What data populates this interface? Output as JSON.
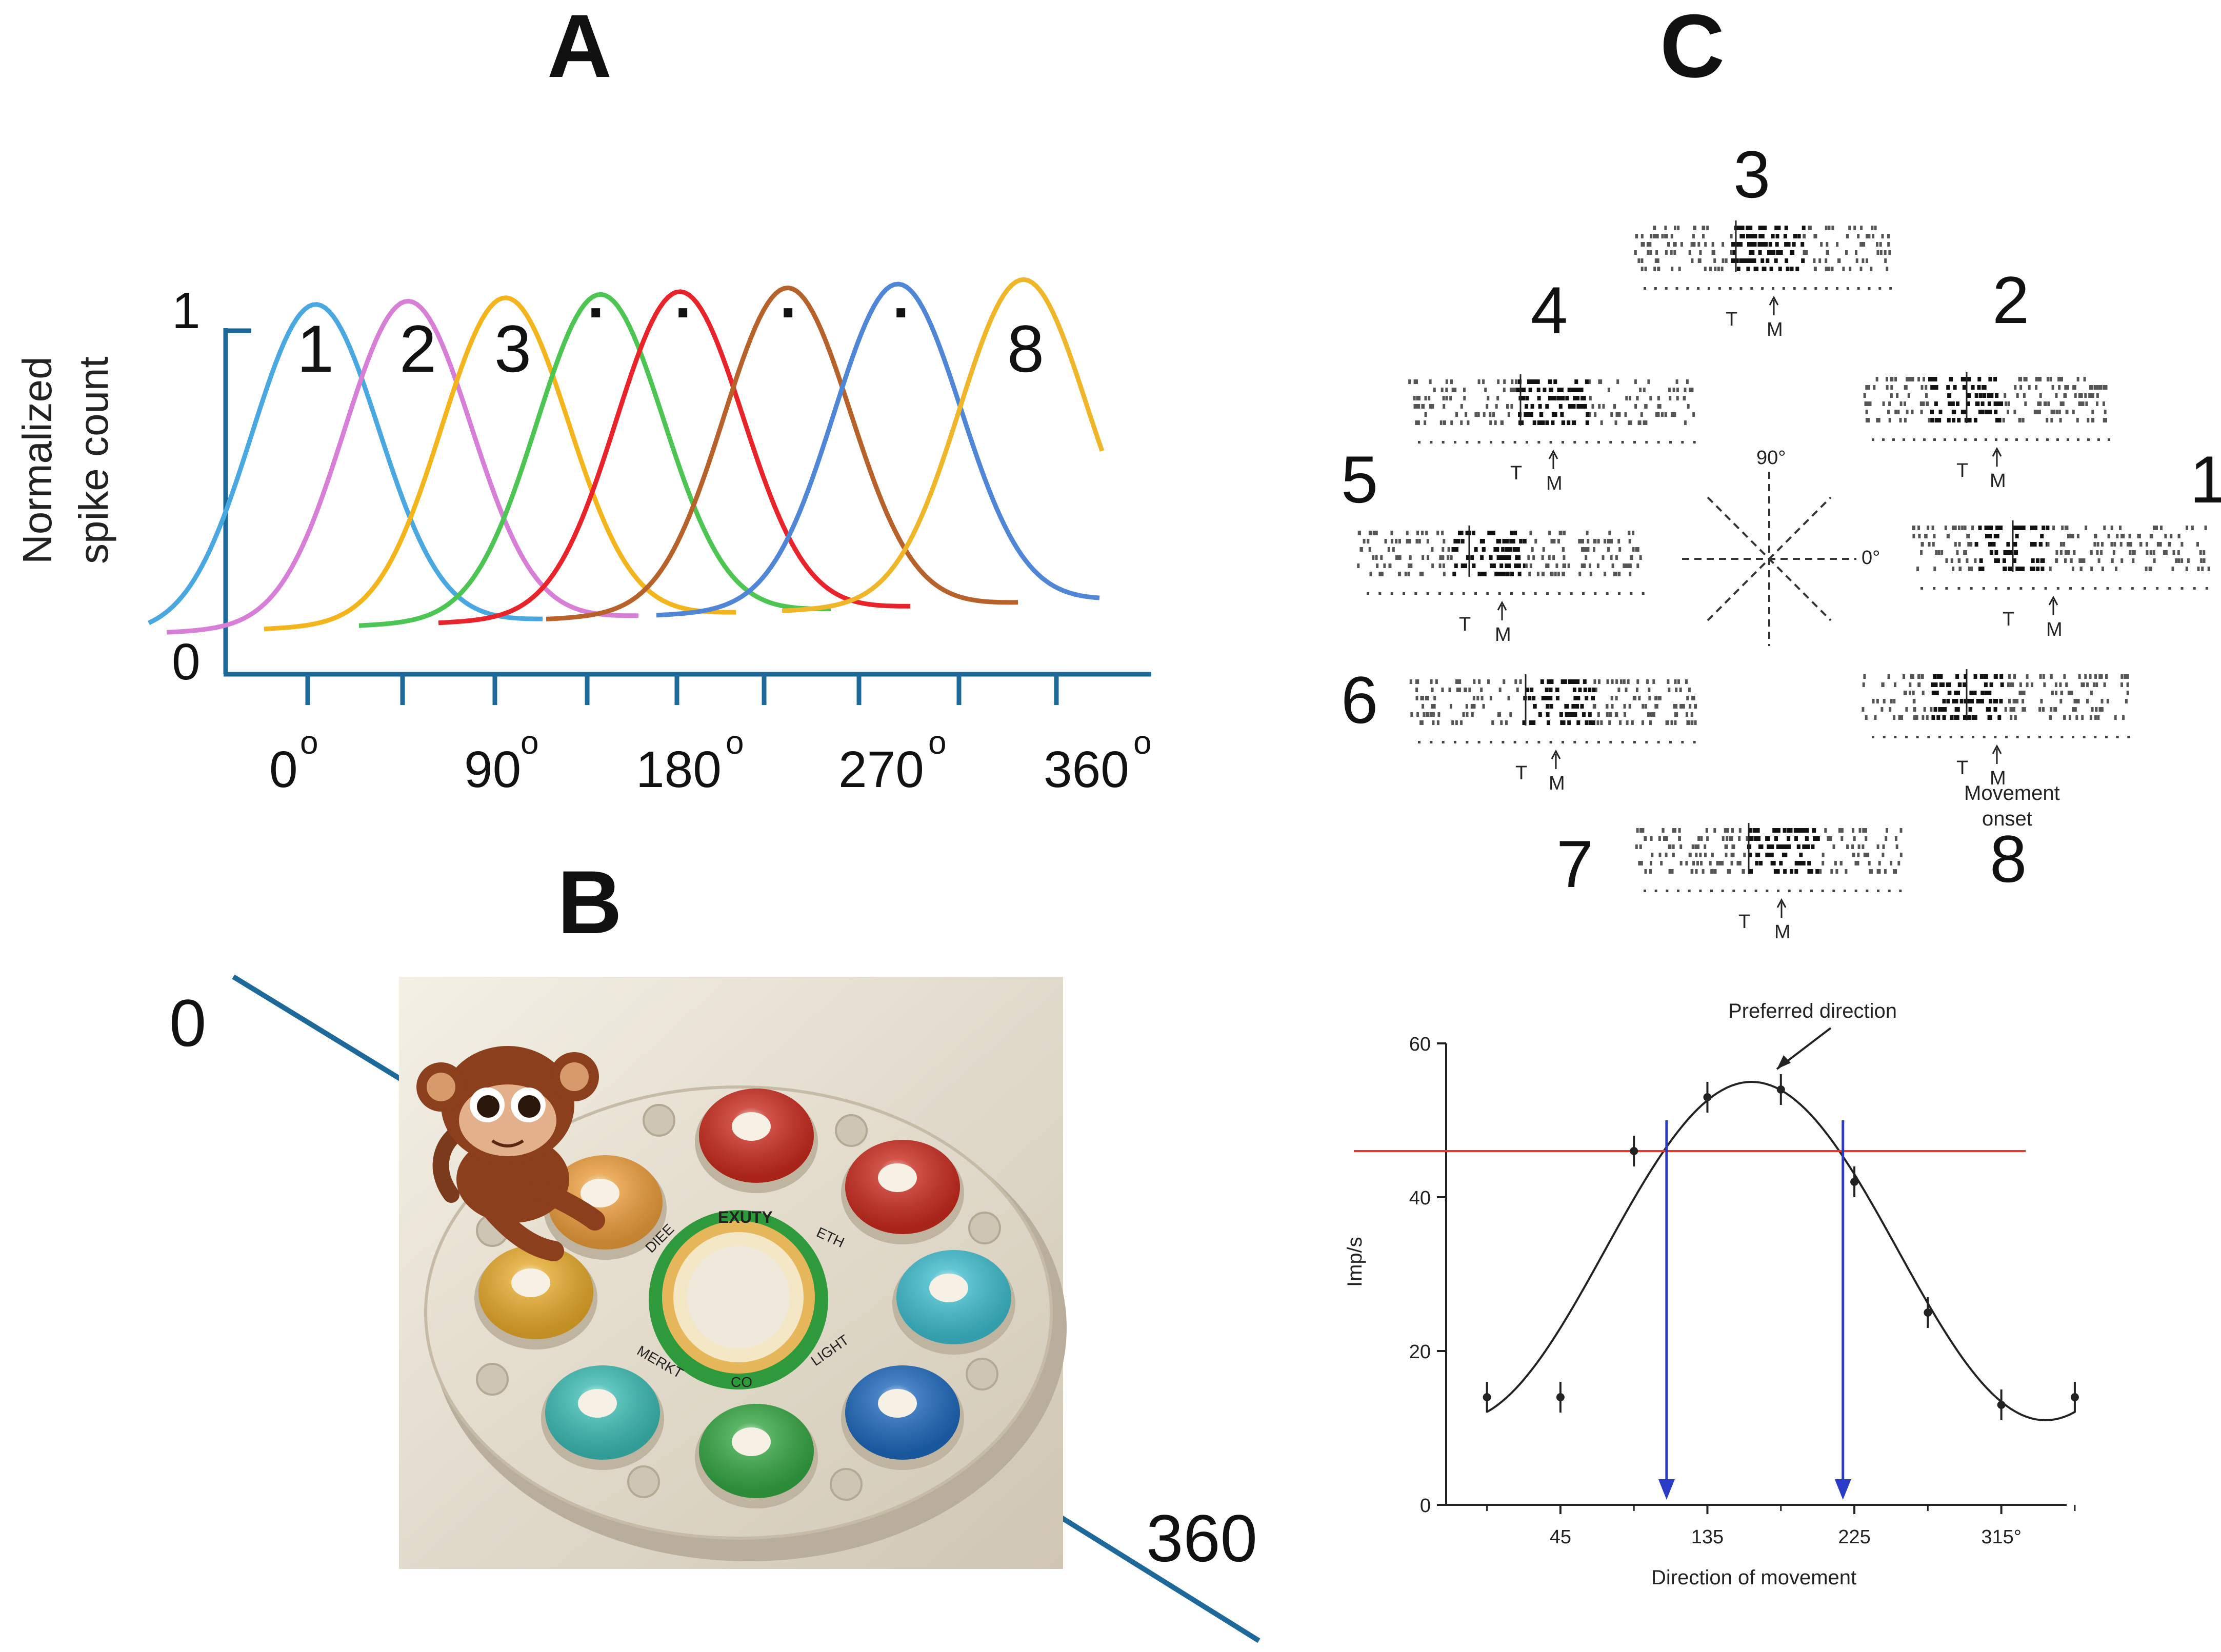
{
  "panels": {
    "a": "A",
    "b": "B",
    "c": "C"
  },
  "panel_a": {
    "ylabel_line1": "Normalized",
    "ylabel_line2": "spike count",
    "y_ticks": [
      "1",
      "0"
    ],
    "x_ticks": [
      "0",
      "90",
      "180",
      "270",
      "360"
    ],
    "x_tick_suffix": "o",
    "curve_labels": [
      "1",
      "2",
      "3",
      "·",
      "·",
      "·",
      "·",
      "8"
    ],
    "colors": [
      "#4aa8e0",
      "#d77fd6",
      "#f4b51c",
      "#4cc552",
      "#e8232a",
      "#b6622a",
      "#4f86d6",
      "#f0b62a"
    ]
  },
  "panel_b": {
    "start_label": "0",
    "end_label": "360",
    "line_color": "#1d6a9a",
    "device_text": [
      "EXUTY",
      "ETH",
      "DIEE",
      "LIGHT",
      "MERKT",
      "CO"
    ],
    "button_colors": [
      "#c62a1d",
      "#c62a1d",
      "#e3a72a",
      "#3db9c9",
      "#3ab8b0",
      "#33a341",
      "#1d66b8",
      "#e79a3a"
    ]
  },
  "panel_c": {
    "raster_labels": [
      "1",
      "2",
      "3",
      "4",
      "5",
      "6",
      "7",
      "8"
    ],
    "t_label": "T",
    "m_label": "M",
    "compass_90": "90°",
    "compass_0": "0°",
    "movement_onset_1": "Movement",
    "movement_onset_2": "onset",
    "tuning_title": "Preferred direction",
    "tuning_ylabel": "Imp/s",
    "tuning_xlabel": "Direction of movement",
    "threshold_color": "#e8372a",
    "arrow_color": "#2a3bc8"
  },
  "chart_data": {
    "type": "line",
    "title": "",
    "xlabel": "Direction of movement",
    "ylabel": "Imp/s",
    "x_ticks": [
      "45",
      "135",
      "225",
      "315°"
    ],
    "ylim": [
      0,
      60
    ],
    "y_ticks": [
      0,
      20,
      40,
      60
    ],
    "series": [
      {
        "x": [
          0,
          45,
          90,
          135,
          180,
          225,
          270,
          315,
          360
        ],
        "values": [
          14,
          14,
          46,
          53,
          54,
          42,
          25,
          13,
          14
        ]
      }
    ],
    "threshold_y": 46,
    "arrow_x": [
      110,
      218
    ]
  }
}
